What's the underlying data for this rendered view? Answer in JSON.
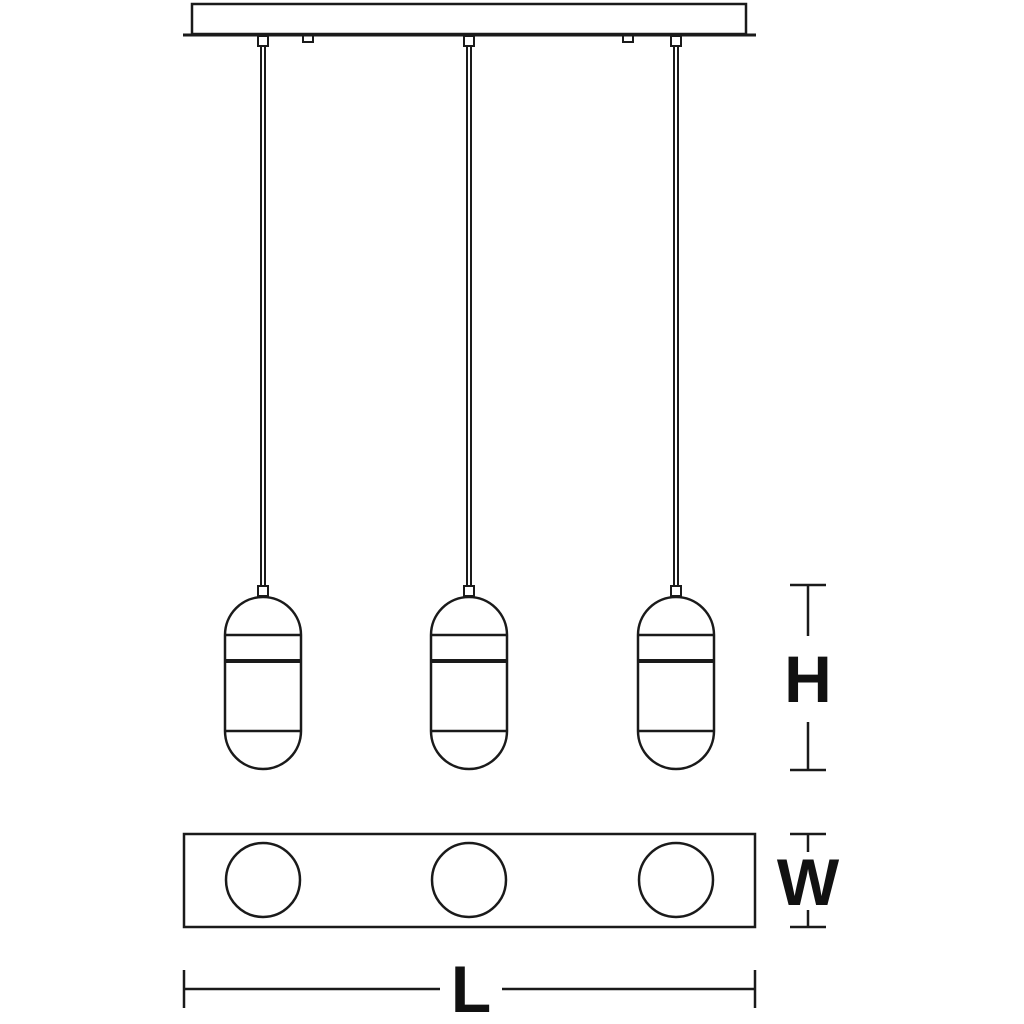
{
  "diagram": {
    "title": "",
    "colors": {
      "line": "#1a1a1a",
      "background": "#ffffff"
    },
    "pendant_count": 3,
    "dimensions": {
      "height_label": "H",
      "width_label": "W",
      "length_label": "L"
    }
  }
}
